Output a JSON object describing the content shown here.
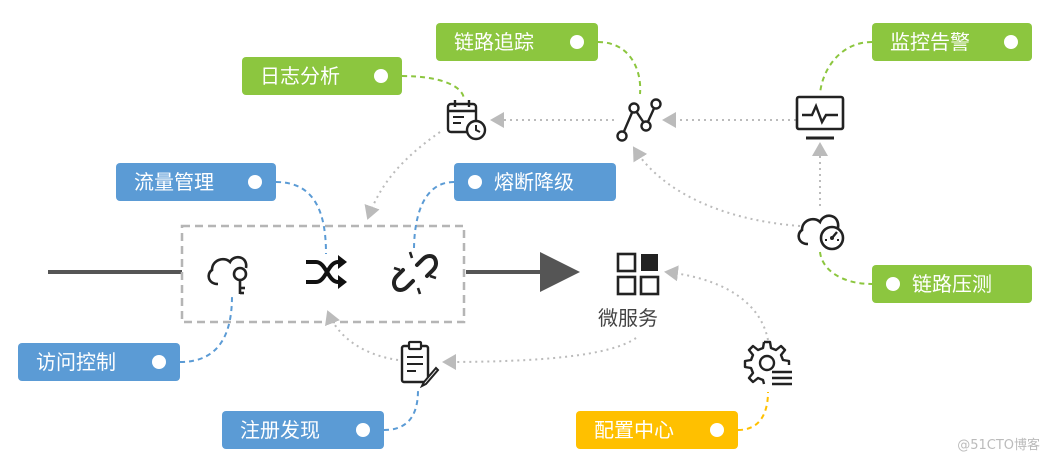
{
  "diagram": {
    "microservice_label": "微服务",
    "tags": {
      "trace": "链路追踪",
      "monitor": "监控告警",
      "log": "日志分析",
      "traffic": "流量管理",
      "breaker": "熔断降级",
      "access": "访问控制",
      "stress": "链路压测",
      "registry": "注册发现",
      "config": "配置中心"
    }
  },
  "watermark": "@51CTO博客",
  "colors": {
    "green": "#8cc63f",
    "blue": "#5b9bd5",
    "yellow": "#ffc000",
    "gray_line": "#555555",
    "dotted": "#bbbbbb"
  },
  "icons": [
    "calendar-clock-icon",
    "trace-nodes-icon",
    "monitor-pulse-icon",
    "cloud-key-icon",
    "shuffle-icon",
    "broken-link-icon",
    "grid-apps-icon",
    "cloud-gauge-icon",
    "clipboard-edit-icon",
    "gear-list-icon"
  ]
}
